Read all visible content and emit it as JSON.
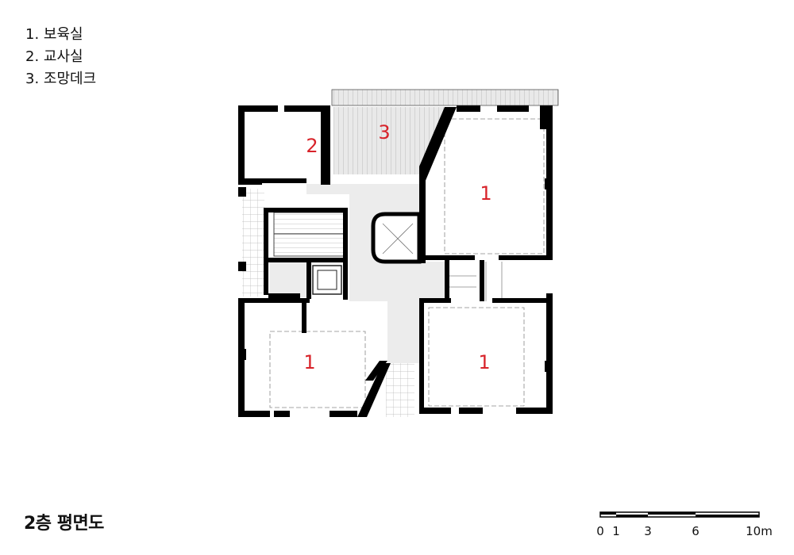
{
  "legend": [
    {
      "num": "1.",
      "name": "보육실"
    },
    {
      "num": "2.",
      "name": "교사실"
    },
    {
      "num": "3.",
      "name": "조망데크"
    }
  ],
  "title": "2층 평면도",
  "rooms": [
    {
      "label": "1"
    },
    {
      "label": "1"
    },
    {
      "label": "1"
    },
    {
      "label": "2"
    },
    {
      "label": "3"
    }
  ],
  "scale_bar": {
    "ticks": [
      "0",
      "1",
      "3",
      "6",
      "10m"
    ]
  },
  "colors": {
    "wall": "#000000",
    "room_label": "#d8232a",
    "core_fill": "#ececec",
    "grid_line": "#b5b5b5"
  }
}
